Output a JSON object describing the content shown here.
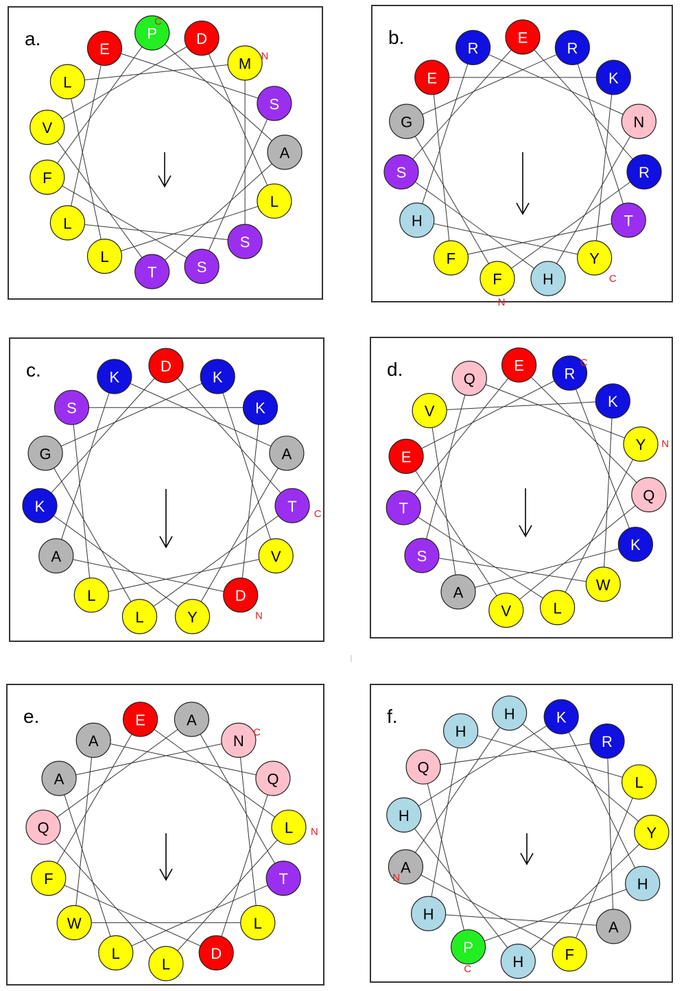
{
  "colors": {
    "yellow": "#ffff00",
    "purple": "#9b2ff0",
    "gray": "#b4b4b4",
    "red": "#ff0000",
    "green": "#22ee22",
    "blue": "#1010e0",
    "pink": "#ffc0cb",
    "lightblue": "#add8e6",
    "terminus": "#e02020"
  },
  "panels": [
    {
      "label": "a.",
      "residues": [
        {
          "letter": "M",
          "color": "yellow",
          "terminus": "N"
        },
        {
          "letter": "S",
          "color": "purple"
        },
        {
          "letter": "A",
          "color": "gray"
        },
        {
          "letter": "L",
          "color": "yellow"
        },
        {
          "letter": "S",
          "color": "purple"
        },
        {
          "letter": "S",
          "color": "purple"
        },
        {
          "letter": "T",
          "color": "purple"
        },
        {
          "letter": "L",
          "color": "yellow"
        },
        {
          "letter": "L",
          "color": "yellow"
        },
        {
          "letter": "F",
          "color": "yellow"
        },
        {
          "letter": "V",
          "color": "yellow"
        },
        {
          "letter": "L",
          "color": "yellow"
        },
        {
          "letter": "E",
          "color": "red"
        },
        {
          "letter": "P",
          "color": "green",
          "terminus": "C"
        },
        {
          "letter": "D",
          "color": "red"
        }
      ]
    },
    {
      "label": "b.",
      "residues": [
        {
          "letter": "E",
          "color": "red"
        },
        {
          "letter": "R",
          "color": "blue"
        },
        {
          "letter": "K",
          "color": "blue"
        },
        {
          "letter": "N",
          "color": "pink"
        },
        {
          "letter": "R",
          "color": "blue"
        },
        {
          "letter": "T",
          "color": "purple"
        },
        {
          "letter": "Y",
          "color": "yellow",
          "terminus": "C"
        },
        {
          "letter": "H",
          "color": "lightblue"
        },
        {
          "letter": "F",
          "color": "yellow",
          "terminus": "N"
        },
        {
          "letter": "F",
          "color": "yellow"
        },
        {
          "letter": "H",
          "color": "lightblue"
        },
        {
          "letter": "S",
          "color": "purple"
        },
        {
          "letter": "G",
          "color": "gray"
        },
        {
          "letter": "E",
          "color": "red"
        },
        {
          "letter": "R",
          "color": "blue"
        }
      ]
    },
    {
      "label": "c.",
      "residues": [
        {
          "letter": "D",
          "color": "red"
        },
        {
          "letter": "K",
          "color": "blue"
        },
        {
          "letter": "K",
          "color": "blue"
        },
        {
          "letter": "A",
          "color": "gray"
        },
        {
          "letter": "T",
          "color": "purple",
          "terminus": "C"
        },
        {
          "letter": "V",
          "color": "yellow"
        },
        {
          "letter": "D",
          "color": "red",
          "terminus": "N"
        },
        {
          "letter": "Y",
          "color": "yellow"
        },
        {
          "letter": "L",
          "color": "yellow"
        },
        {
          "letter": "L",
          "color": "yellow"
        },
        {
          "letter": "A",
          "color": "gray"
        },
        {
          "letter": "K",
          "color": "blue"
        },
        {
          "letter": "G",
          "color": "gray"
        },
        {
          "letter": "S",
          "color": "purple"
        },
        {
          "letter": "K",
          "color": "blue"
        }
      ]
    },
    {
      "label": "d.",
      "residues": [
        {
          "letter": "E",
          "color": "red"
        },
        {
          "letter": "R",
          "color": "blue",
          "terminus": "C"
        },
        {
          "letter": "K",
          "color": "blue"
        },
        {
          "letter": "Y",
          "color": "yellow",
          "terminus": "N"
        },
        {
          "letter": "Q",
          "color": "pink"
        },
        {
          "letter": "K",
          "color": "blue"
        },
        {
          "letter": "W",
          "color": "yellow"
        },
        {
          "letter": "L",
          "color": "yellow"
        },
        {
          "letter": "V",
          "color": "yellow"
        },
        {
          "letter": "A",
          "color": "gray"
        },
        {
          "letter": "S",
          "color": "purple"
        },
        {
          "letter": "T",
          "color": "purple"
        },
        {
          "letter": "E",
          "color": "red"
        },
        {
          "letter": "V",
          "color": "yellow"
        },
        {
          "letter": "Q",
          "color": "pink"
        }
      ]
    },
    {
      "label": "e.",
      "residues": [
        {
          "letter": "A",
          "color": "gray"
        },
        {
          "letter": "N",
          "color": "pink",
          "terminus": "C"
        },
        {
          "letter": "Q",
          "color": "pink"
        },
        {
          "letter": "L",
          "color": "yellow",
          "terminus": "N"
        },
        {
          "letter": "T",
          "color": "purple"
        },
        {
          "letter": "L",
          "color": "yellow"
        },
        {
          "letter": "D",
          "color": "red"
        },
        {
          "letter": "L",
          "color": "yellow"
        },
        {
          "letter": "L",
          "color": "yellow"
        },
        {
          "letter": "W",
          "color": "yellow"
        },
        {
          "letter": "F",
          "color": "yellow"
        },
        {
          "letter": "Q",
          "color": "pink"
        },
        {
          "letter": "A",
          "color": "gray"
        },
        {
          "letter": "A",
          "color": "gray"
        },
        {
          "letter": "E",
          "color": "red"
        }
      ]
    },
    {
      "label": "f.",
      "residues": [
        {
          "letter": "H",
          "color": "lightblue"
        },
        {
          "letter": "K",
          "color": "blue"
        },
        {
          "letter": "R",
          "color": "blue"
        },
        {
          "letter": "L",
          "color": "yellow"
        },
        {
          "letter": "Y",
          "color": "yellow"
        },
        {
          "letter": "H",
          "color": "lightblue"
        },
        {
          "letter": "A",
          "color": "gray"
        },
        {
          "letter": "F",
          "color": "yellow"
        },
        {
          "letter": "H",
          "color": "lightblue"
        },
        {
          "letter": "P",
          "color": "green",
          "terminus": "C"
        },
        {
          "letter": "H",
          "color": "lightblue"
        },
        {
          "letter": "A",
          "color": "gray",
          "terminus": "N"
        },
        {
          "letter": "H",
          "color": "lightblue"
        },
        {
          "letter": "Q",
          "color": "pink"
        },
        {
          "letter": "H",
          "color": "lightblue"
        }
      ]
    }
  ]
}
